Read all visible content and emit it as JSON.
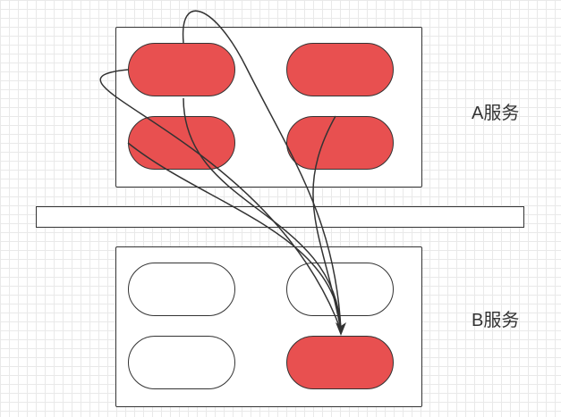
{
  "labels": {
    "service_a": "A服务",
    "service_b": "B服务"
  },
  "colors": {
    "active": "#e85050",
    "inactive": "#ffffff",
    "stroke": "#333333"
  },
  "service_a": {
    "nodes": [
      "active",
      "active",
      "active",
      "active"
    ]
  },
  "service_b": {
    "nodes": [
      "inactive",
      "inactive",
      "inactive",
      "active"
    ]
  }
}
